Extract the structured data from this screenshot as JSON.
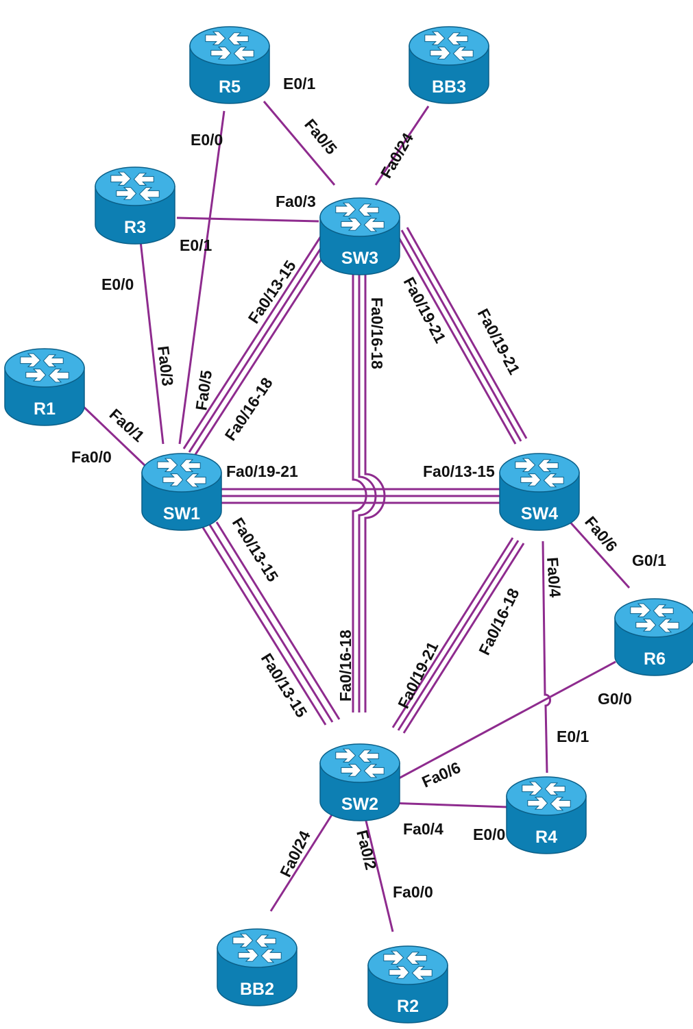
{
  "colors": {
    "link": "#8e2b8e",
    "device_top": "#3fb1e4",
    "device_side": "#0d7fb3",
    "device_edge": "#0a5f88",
    "arrow": "#ffffff",
    "label": "#111111"
  },
  "devices": [
    {
      "id": "R5",
      "label": "R5",
      "kind": "router"
    },
    {
      "id": "BB3",
      "label": "BB3",
      "kind": "router"
    },
    {
      "id": "R3",
      "label": "R3",
      "kind": "router"
    },
    {
      "id": "SW3",
      "label": "SW3",
      "kind": "switch"
    },
    {
      "id": "R1",
      "label": "R1",
      "kind": "router"
    },
    {
      "id": "SW1",
      "label": "SW1",
      "kind": "switch"
    },
    {
      "id": "SW4",
      "label": "SW4",
      "kind": "switch"
    },
    {
      "id": "R6",
      "label": "R6",
      "kind": "router"
    },
    {
      "id": "SW2",
      "label": "SW2",
      "kind": "switch"
    },
    {
      "id": "R4",
      "label": "R4",
      "kind": "router"
    },
    {
      "id": "BB2",
      "label": "BB2",
      "kind": "router"
    },
    {
      "id": "R2",
      "label": "R2",
      "kind": "router"
    }
  ],
  "links": [
    {
      "from": "R5",
      "to": "SW3",
      "from_port": "E0/1",
      "to_port": "Fa0/5",
      "count": 1
    },
    {
      "from": "R5",
      "to": "SW1",
      "from_port": "E0/0",
      "to_port": "Fa0/5",
      "count": 1
    },
    {
      "from": "BB3",
      "to": "SW3",
      "from_port": "",
      "to_port": "Fa0/24",
      "count": 1
    },
    {
      "from": "R3",
      "to": "SW3",
      "from_port": "E0/1",
      "to_port": "Fa0/3",
      "count": 1
    },
    {
      "from": "R3",
      "to": "SW1",
      "from_port": "E0/0",
      "to_port": "Fa0/3",
      "count": 1
    },
    {
      "from": "R1",
      "to": "SW1",
      "from_port": "Fa0/0",
      "to_port": "Fa0/1",
      "count": 1
    },
    {
      "from": "SW1",
      "to": "SW3",
      "from_port": "Fa0/16-18",
      "to_port": "Fa0/13-15",
      "count": 3
    },
    {
      "from": "SW1",
      "to": "SW4",
      "from_port": "Fa0/19-21",
      "to_port": "Fa0/13-15",
      "count": 3
    },
    {
      "from": "SW1",
      "to": "SW2",
      "from_port": "Fa0/13-15",
      "to_port": "Fa0/13-15",
      "count": 3
    },
    {
      "from": "SW3",
      "to": "SW4",
      "from_port": "Fa0/19-21",
      "to_port": "Fa0/19-21",
      "count": 3
    },
    {
      "from": "SW3",
      "to": "SW2",
      "from_port": "Fa0/16-18",
      "to_port": "Fa0/16-18",
      "count": 3
    },
    {
      "from": "SW4",
      "to": "SW2",
      "from_port": "Fa0/16-18",
      "to_port": "Fa0/19-21",
      "count": 3
    },
    {
      "from": "SW4",
      "to": "R6",
      "from_port": "Fa0/6",
      "to_port": "G0/1",
      "count": 1
    },
    {
      "from": "SW4",
      "to": "R4",
      "from_port": "Fa0/4",
      "to_port": "E0/1",
      "count": 1
    },
    {
      "from": "SW2",
      "to": "R6",
      "from_port": "Fa0/6",
      "to_port": "G0/0",
      "count": 1
    },
    {
      "from": "SW2",
      "to": "R4",
      "from_port": "Fa0/4",
      "to_port": "E0/0",
      "count": 1
    },
    {
      "from": "SW2",
      "to": "BB2",
      "from_port": "Fa0/24",
      "to_port": "",
      "count": 1
    },
    {
      "from": "SW2",
      "to": "R2",
      "from_port": "Fa0/2",
      "to_port": "Fa0/0",
      "count": 1
    }
  ]
}
